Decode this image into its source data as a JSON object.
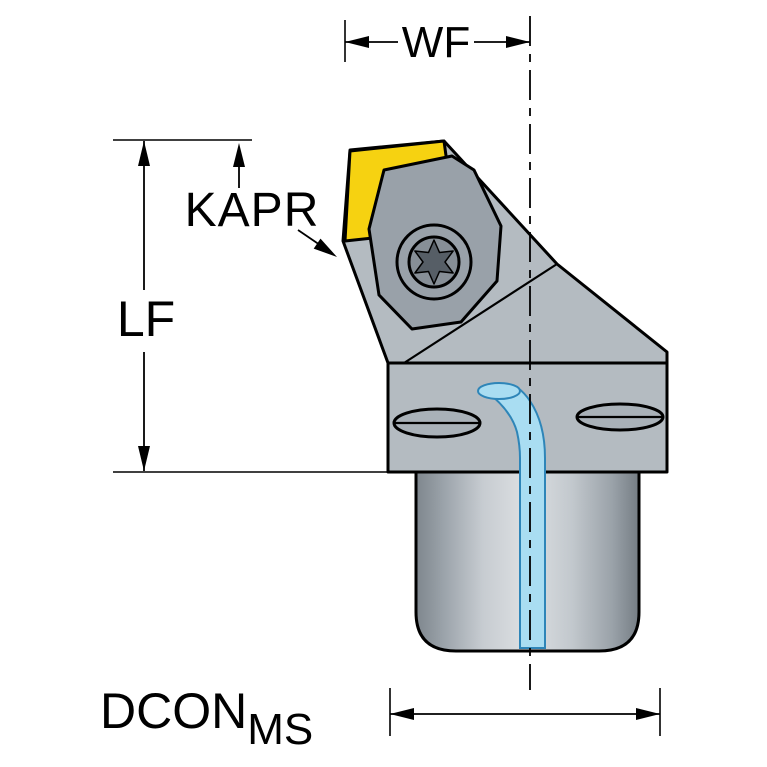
{
  "diagram": {
    "labels": {
      "wf": "WF",
      "kapr": "KAPR",
      "lf": "LF",
      "dcon": "DCON",
      "dcon_sub": "MS"
    },
    "colors": {
      "background": "#ffffff",
      "body": "#b4bbc1",
      "clamp": "#99a1a9",
      "slot": "#a9b1b8",
      "torx_inner": "#878f97",
      "torx_star": "#565e66",
      "insert": "#f6d211",
      "coolant": "#a9ddf2",
      "coolant_edge": "#2e85b8",
      "outline": "#000000"
    }
  }
}
